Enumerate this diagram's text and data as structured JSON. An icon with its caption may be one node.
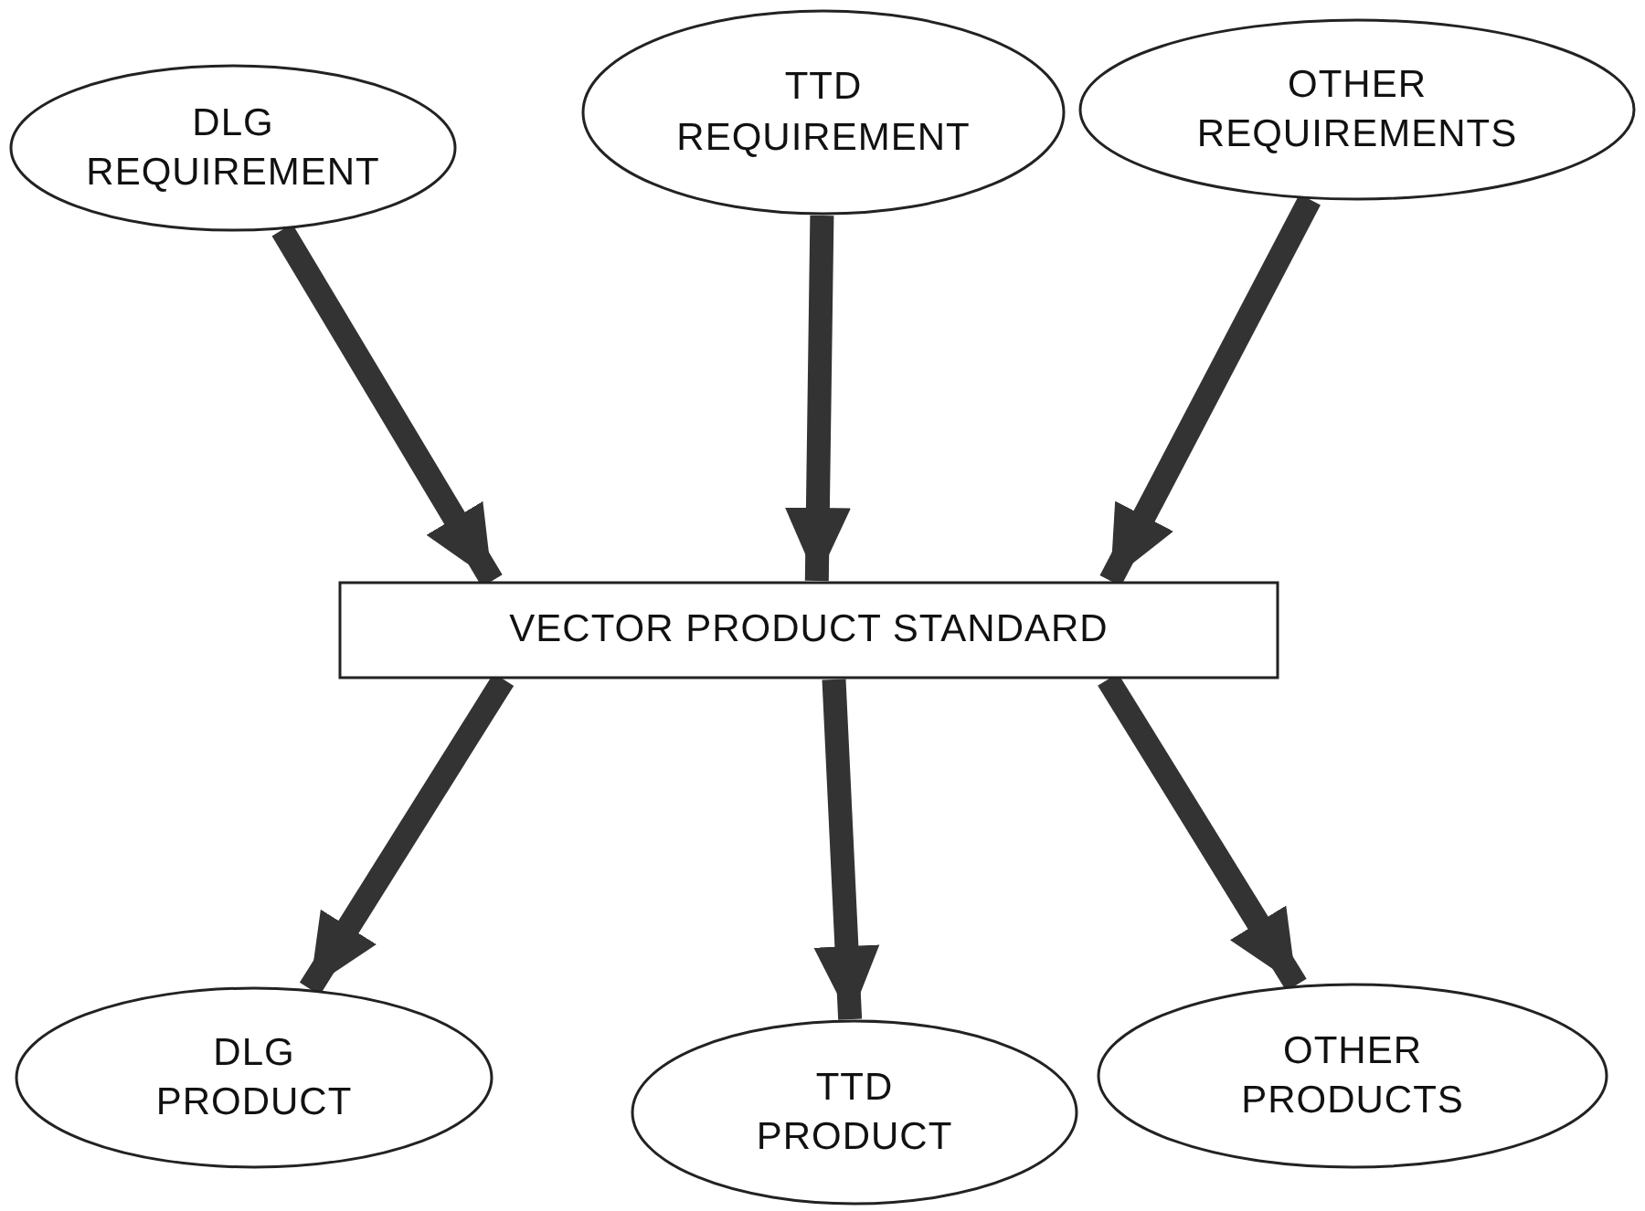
{
  "diagram": {
    "nodes": [
      {
        "text": [
          "DLG REQUIREMENT"
        ]
      },
      {
        "text": [
          "TTD REQUIREMENT"
        ]
      },
      {
        "text": [
          "OTHER REQUIREMENTS"
        ]
      },
      {
        "text": [
          "VECTOR PRODUCT STANDARD"
        ]
      },
      {
        "text": [
          "DLG PRODUCT"
        ]
      },
      {
        "text": [
          "TTD PRODUCT"
        ]
      },
      {
        "text": [
          "OTHER PRODUCTS"
        ]
      }
    ],
    "edges": [
      {
        "from": 0,
        "to": 3,
        "arrow": "to"
      },
      {
        "from": 1,
        "to": 3,
        "arrow": "to"
      },
      {
        "from": 2,
        "to": 3,
        "arrow": "to"
      },
      {
        "from": 3,
        "to": 4,
        "arrow": "to"
      },
      {
        "from": 3,
        "to": 5,
        "arrow": "to"
      },
      {
        "from": 3,
        "to": 6,
        "arrow": "to"
      }
    ]
  }
}
